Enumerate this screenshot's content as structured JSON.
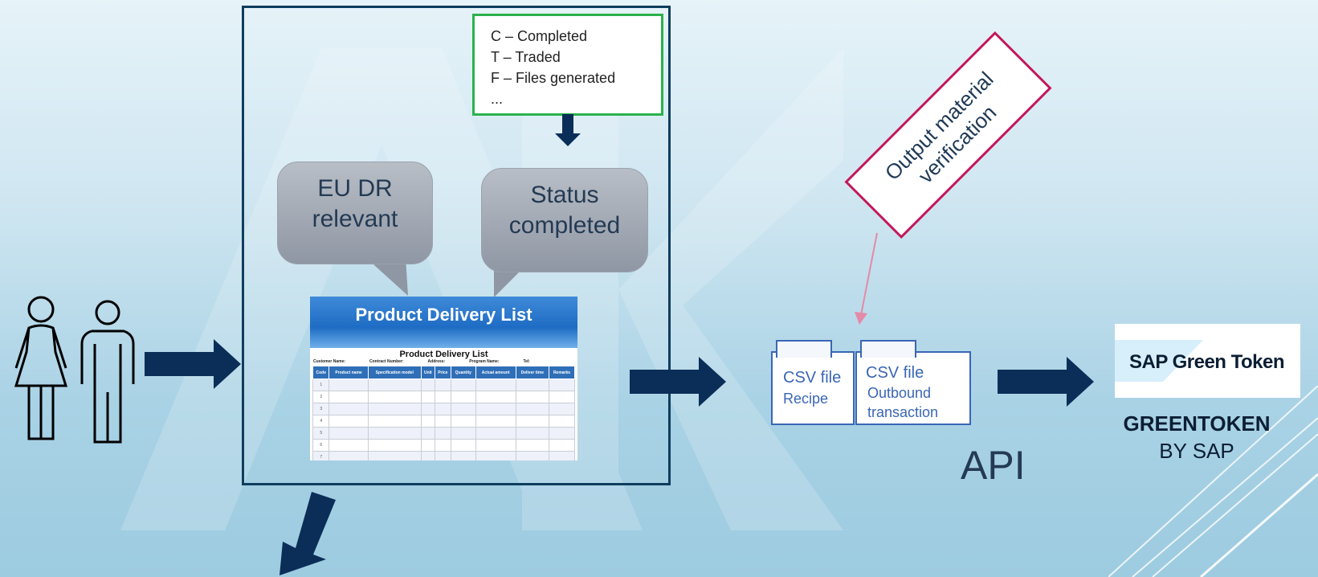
{
  "legend": {
    "lines": [
      "C – Completed",
      "T – Traded",
      "F – Files generated",
      "..."
    ]
  },
  "bubbles": {
    "eu_dr": {
      "line1": "EU DR",
      "line2": "relevant"
    },
    "status": {
      "line1": "Status",
      "line2": "completed"
    }
  },
  "product_delivery_list": {
    "header": "Product Delivery List",
    "inner_title": "Product Delivery List",
    "meta": [
      "Customer Name:",
      "Contract Number:",
      "Address:",
      "Program Name:",
      "Tel:"
    ],
    "columns": [
      "Code",
      "Product name",
      "Specification model",
      "Unit",
      "Price",
      "Quantity",
      "Actual amount",
      "Deliver time",
      "Remarks"
    ],
    "row_numbers": [
      "1",
      "2",
      "3",
      "4",
      "5",
      "6",
      "7"
    ]
  },
  "verification": {
    "line1": "Output material",
    "line2": "verification"
  },
  "csv_files": [
    {
      "title": "CSV file",
      "sub1": "Recipe",
      "sub2": ""
    },
    {
      "title": "CSV file",
      "sub1": "Outbound",
      "sub2": "transaction"
    }
  ],
  "api_label": "API",
  "sap": {
    "logo_text": "SAP Green Token",
    "caption_line1": "GREENTOKEN",
    "caption_line2": "BY SAP"
  },
  "colors": {
    "arrow": "#0b2e58",
    "frame": "#0f3d5e",
    "legend_border": "#2ab24b",
    "verification_border": "#c2185b",
    "csv_border": "#3a66b5"
  }
}
